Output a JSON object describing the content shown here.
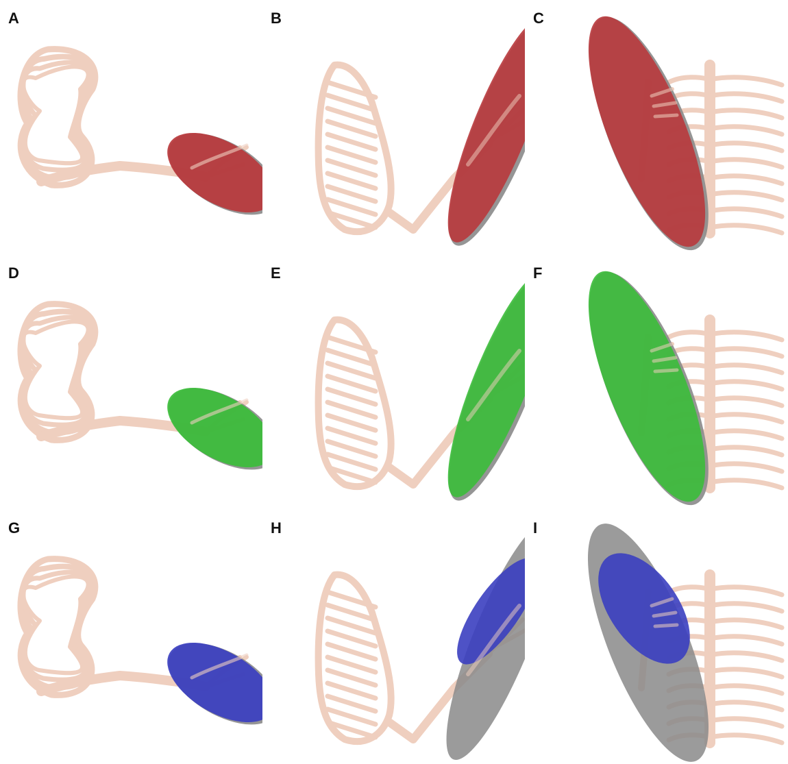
{
  "panels": [
    {
      "label": "A",
      "view": "top",
      "color": "#b8383c"
    },
    {
      "label": "B",
      "view": "front",
      "color": "#b8383c"
    },
    {
      "label": "C",
      "view": "side",
      "color": "#b8383c"
    },
    {
      "label": "D",
      "view": "top",
      "color": "#3bbd3a"
    },
    {
      "label": "E",
      "view": "front",
      "color": "#3bbd3a"
    },
    {
      "label": "F",
      "view": "side",
      "color": "#3bbd3a"
    },
    {
      "label": "G",
      "view": "top",
      "color": "#3b3fc0"
    },
    {
      "label": "H",
      "view": "front",
      "color": "#3b3fc0"
    },
    {
      "label": "I",
      "view": "side",
      "color": "#3b3fc0"
    }
  ],
  "shadow_color": "#8a8a8a",
  "bone_color": "#efcfbf"
}
